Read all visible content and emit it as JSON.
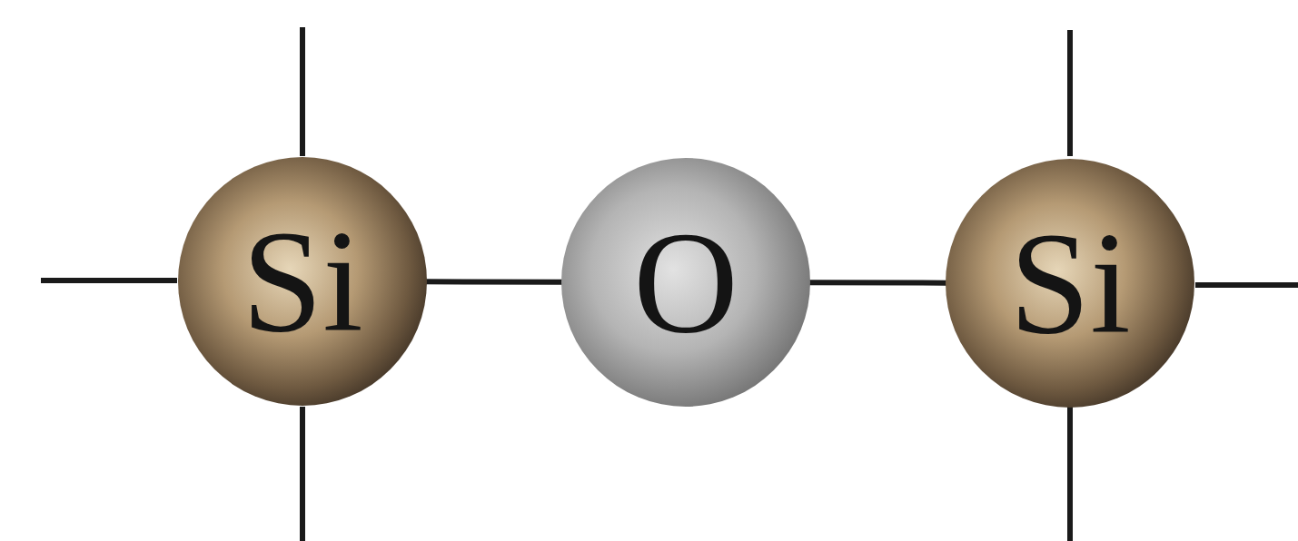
{
  "diagram": {
    "nodes": [
      {
        "text": [
          "Si"
        ]
      },
      {
        "text": [
          "O"
        ]
      },
      {
        "text": [
          "Si"
        ]
      }
    ],
    "edges": [
      {
        "from": 0,
        "to": 1,
        "arrow": "none"
      },
      {
        "from": 1,
        "to": 2,
        "arrow": "none"
      }
    ]
  }
}
